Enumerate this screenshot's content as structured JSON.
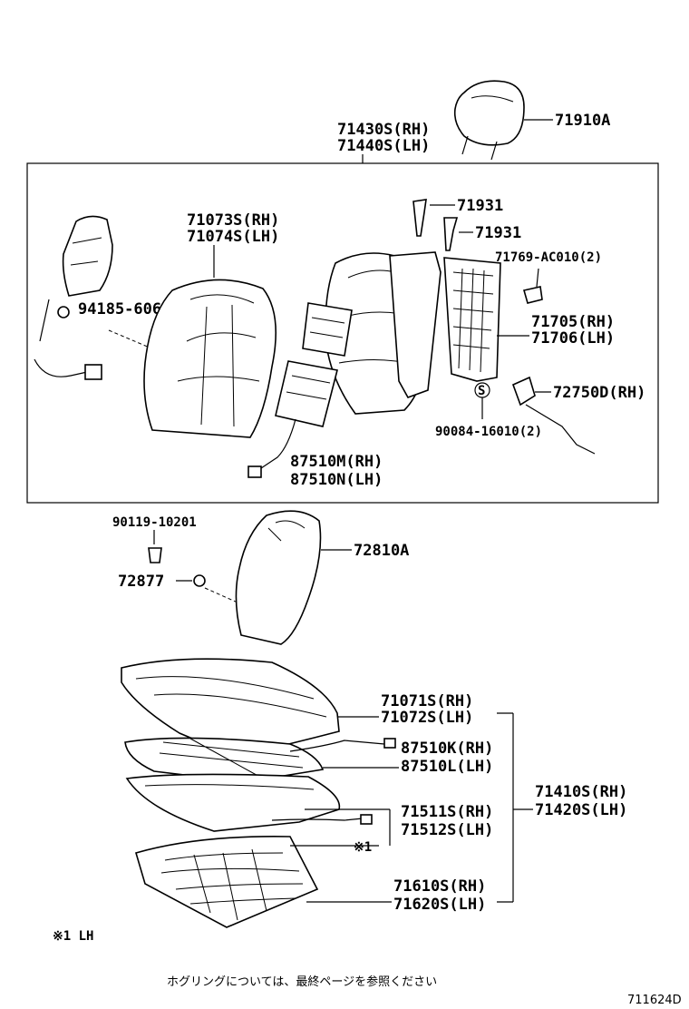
{
  "labels": {
    "p71910A": "71910A",
    "p71430S": "71430S(RH)",
    "p71440S": "71440S(LH)",
    "p71931a": "71931",
    "p71931b": "71931",
    "p71073S": "71073S(RH)",
    "p71074S": "71074S(LH)",
    "p71769": "71769-AC010(2)",
    "p94185": "94185-60600",
    "p71705": "71705(RH)",
    "p71706": "71706(LH)",
    "p72750D": "72750D(RH)",
    "p90084": "90084-16010(2)",
    "p87510M": "87510M(RH)",
    "p87510N": "87510N(LH)",
    "p90119": "90119-10201",
    "p72810A": "72810A",
    "p72877": "72877",
    "p71071S": "71071S(RH)",
    "p71072S": "71072S(LH)",
    "p87510K": "87510K(RH)",
    "p87510L": "87510L(LH)",
    "p71410S": "71410S(RH)",
    "p71420S": "71420S(LH)",
    "p71511S": "71511S(RH)",
    "p71512S": "71512S(LH)",
    "mark1": "※1",
    "p71610S": "71610S(RH)",
    "p71620S": "71620S(LH)",
    "clip_s": "S"
  },
  "footnote": "※1  LH",
  "note_jp": "ホグリングについては、最終ページを参照ください",
  "diagram_id": "711624D"
}
